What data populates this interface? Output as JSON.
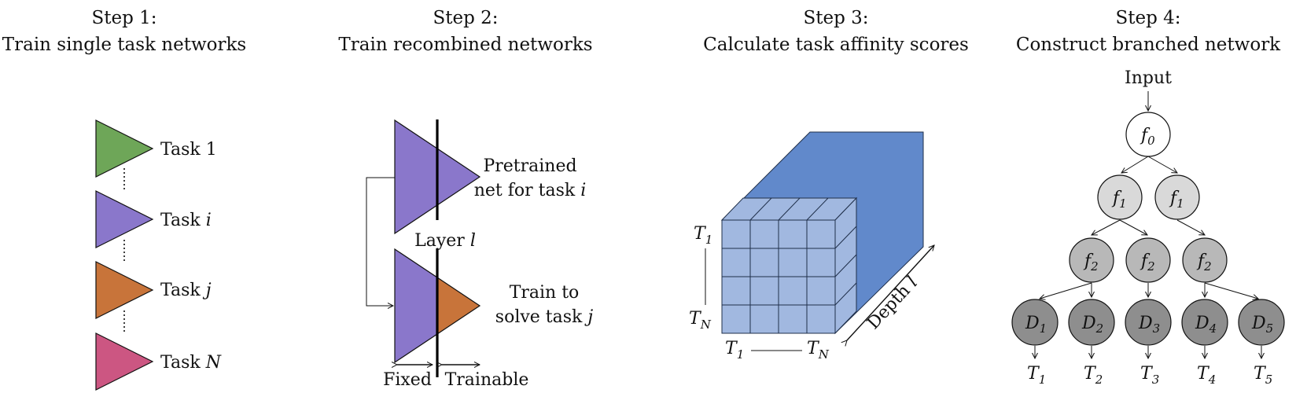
{
  "steps": [
    {
      "heading": "Step 1:",
      "title": "Train single task networks"
    },
    {
      "heading": "Step 2:",
      "title": "Train recombined networks"
    },
    {
      "heading": "Step 3:",
      "title": "Calculate task affinity scores"
    },
    {
      "heading": "Step 4:",
      "title": "Construct branched network"
    }
  ],
  "step1": {
    "tasks": [
      {
        "prefix": "Task ",
        "var": "1",
        "var_italic": false,
        "color": "#6ea658"
      },
      {
        "prefix": "Task ",
        "var": "i",
        "var_italic": true,
        "color": "#8a77cb"
      },
      {
        "prefix": "Task ",
        "var": "j",
        "var_italic": true,
        "color": "#c8743a"
      },
      {
        "prefix": "Task ",
        "var": "N",
        "var_italic": true,
        "color": "#cc5682"
      }
    ]
  },
  "step2": {
    "pretrained_line1": "Pretrained",
    "pretrained_line2_prefix": "net for task ",
    "pretrained_line2_var": "i",
    "layer_prefix": "Layer ",
    "layer_var": "l",
    "train_line1": "Train to",
    "train_line2_prefix": "solve task ",
    "train_line2_var": "j",
    "fixed": "Fixed",
    "trainable": "Trainable",
    "color_fixed": "#8a77cb",
    "color_trainable": "#c8743a"
  },
  "step3": {
    "row_top": "T",
    "row_top_sub": "1",
    "row_bottom": "T",
    "row_bottom_sub": "N",
    "col_left": "T",
    "col_left_sub": "1",
    "col_right": "T",
    "col_right_sub": "N",
    "depth_prefix": "Depth ",
    "depth_var": "l",
    "color_front": "#a1b8e0",
    "color_block": "#6189cb"
  },
  "step4": {
    "input": "Input",
    "root": {
      "var": "f",
      "sub": "0"
    },
    "level1": [
      {
        "var": "f",
        "sub": "1"
      },
      {
        "var": "f",
        "sub": "1"
      }
    ],
    "level2": [
      {
        "var": "f",
        "sub": "2"
      },
      {
        "var": "f",
        "sub": "2"
      },
      {
        "var": "f",
        "sub": "2"
      }
    ],
    "leaves": [
      {
        "var": "D",
        "sub": "1"
      },
      {
        "var": "D",
        "sub": "2"
      },
      {
        "var": "D",
        "sub": "3"
      },
      {
        "var": "D",
        "sub": "4"
      },
      {
        "var": "D",
        "sub": "5"
      }
    ],
    "outputs": [
      {
        "var": "T",
        "sub": "1"
      },
      {
        "var": "T",
        "sub": "2"
      },
      {
        "var": "T",
        "sub": "3"
      },
      {
        "var": "T",
        "sub": "4"
      },
      {
        "var": "T",
        "sub": "5"
      }
    ],
    "color_l1": "#d9d9d9",
    "color_l2": "#b8b8b8",
    "color_leaf": "#8e8e8e"
  }
}
